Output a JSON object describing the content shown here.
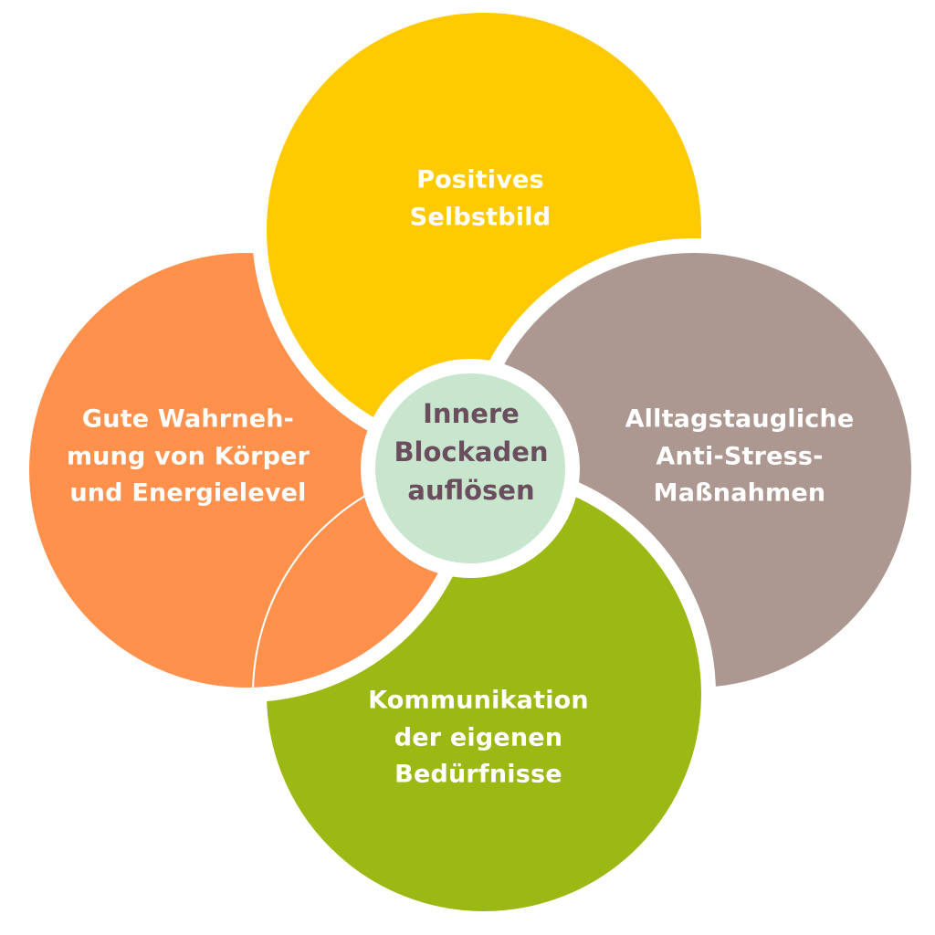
{
  "diagram": {
    "type": "overlapping-circles",
    "center": {
      "label": "Innere\nBlockaden\nauflösen",
      "color": "#c8e6cd",
      "text_color": "#6b4e5d"
    },
    "petals": [
      {
        "id": "top",
        "label": "Positives\nSelbstbild",
        "color": "#ffcb00"
      },
      {
        "id": "right",
        "label": "Alltagstaugliche\nAnti-Stress-\nMaßnahmen",
        "color": "#ac9890"
      },
      {
        "id": "bottom",
        "label": "Kommunikation\nder eigenen\nBedürfnisse",
        "color": "#9cb814"
      },
      {
        "id": "left",
        "label": "Gute Wahrneh-\nmung von Körper\nund Energielevel",
        "color": "#ff914d"
      }
    ],
    "outline_color": "#ffffff"
  }
}
